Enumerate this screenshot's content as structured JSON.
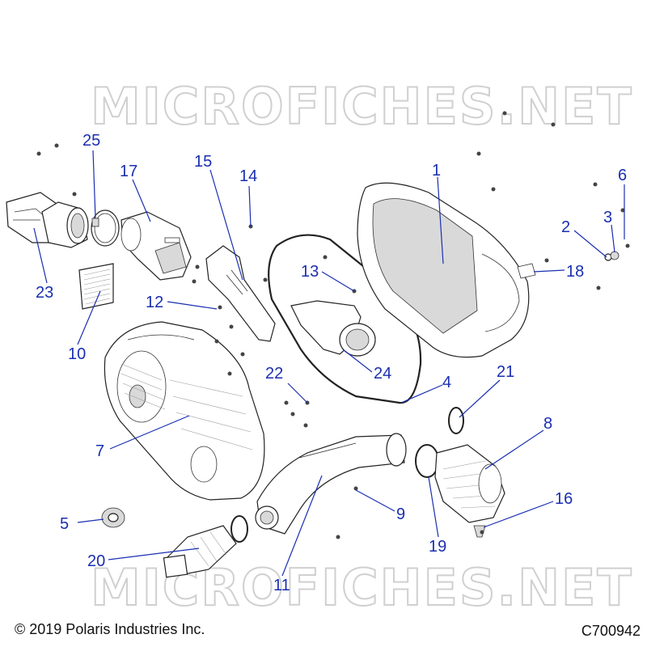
{
  "watermark_text": "MICROFICHES.NET",
  "footer": {
    "copyright": "© 2019 Polaris Industries Inc.",
    "diagram_code": "C700942"
  },
  "callouts": [
    {
      "id": "1",
      "label": "1"
    },
    {
      "id": "2",
      "label": "2"
    },
    {
      "id": "3",
      "label": "3"
    },
    {
      "id": "4",
      "label": "4"
    },
    {
      "id": "5",
      "label": "5"
    },
    {
      "id": "6",
      "label": "6"
    },
    {
      "id": "7",
      "label": "7"
    },
    {
      "id": "8",
      "label": "8"
    },
    {
      "id": "9",
      "label": "9"
    },
    {
      "id": "10",
      "label": "10"
    },
    {
      "id": "11",
      "label": "11"
    },
    {
      "id": "12",
      "label": "12"
    },
    {
      "id": "13",
      "label": "13"
    },
    {
      "id": "14",
      "label": "14"
    },
    {
      "id": "15",
      "label": "15"
    },
    {
      "id": "16",
      "label": "16"
    },
    {
      "id": "17",
      "label": "17"
    },
    {
      "id": "18",
      "label": "18"
    },
    {
      "id": "19",
      "label": "19"
    },
    {
      "id": "20",
      "label": "20"
    },
    {
      "id": "21",
      "label": "21"
    },
    {
      "id": "22",
      "label": "22"
    },
    {
      "id": "23",
      "label": "23"
    },
    {
      "id": "24",
      "label": "24"
    },
    {
      "id": "25",
      "label": "25"
    }
  ]
}
